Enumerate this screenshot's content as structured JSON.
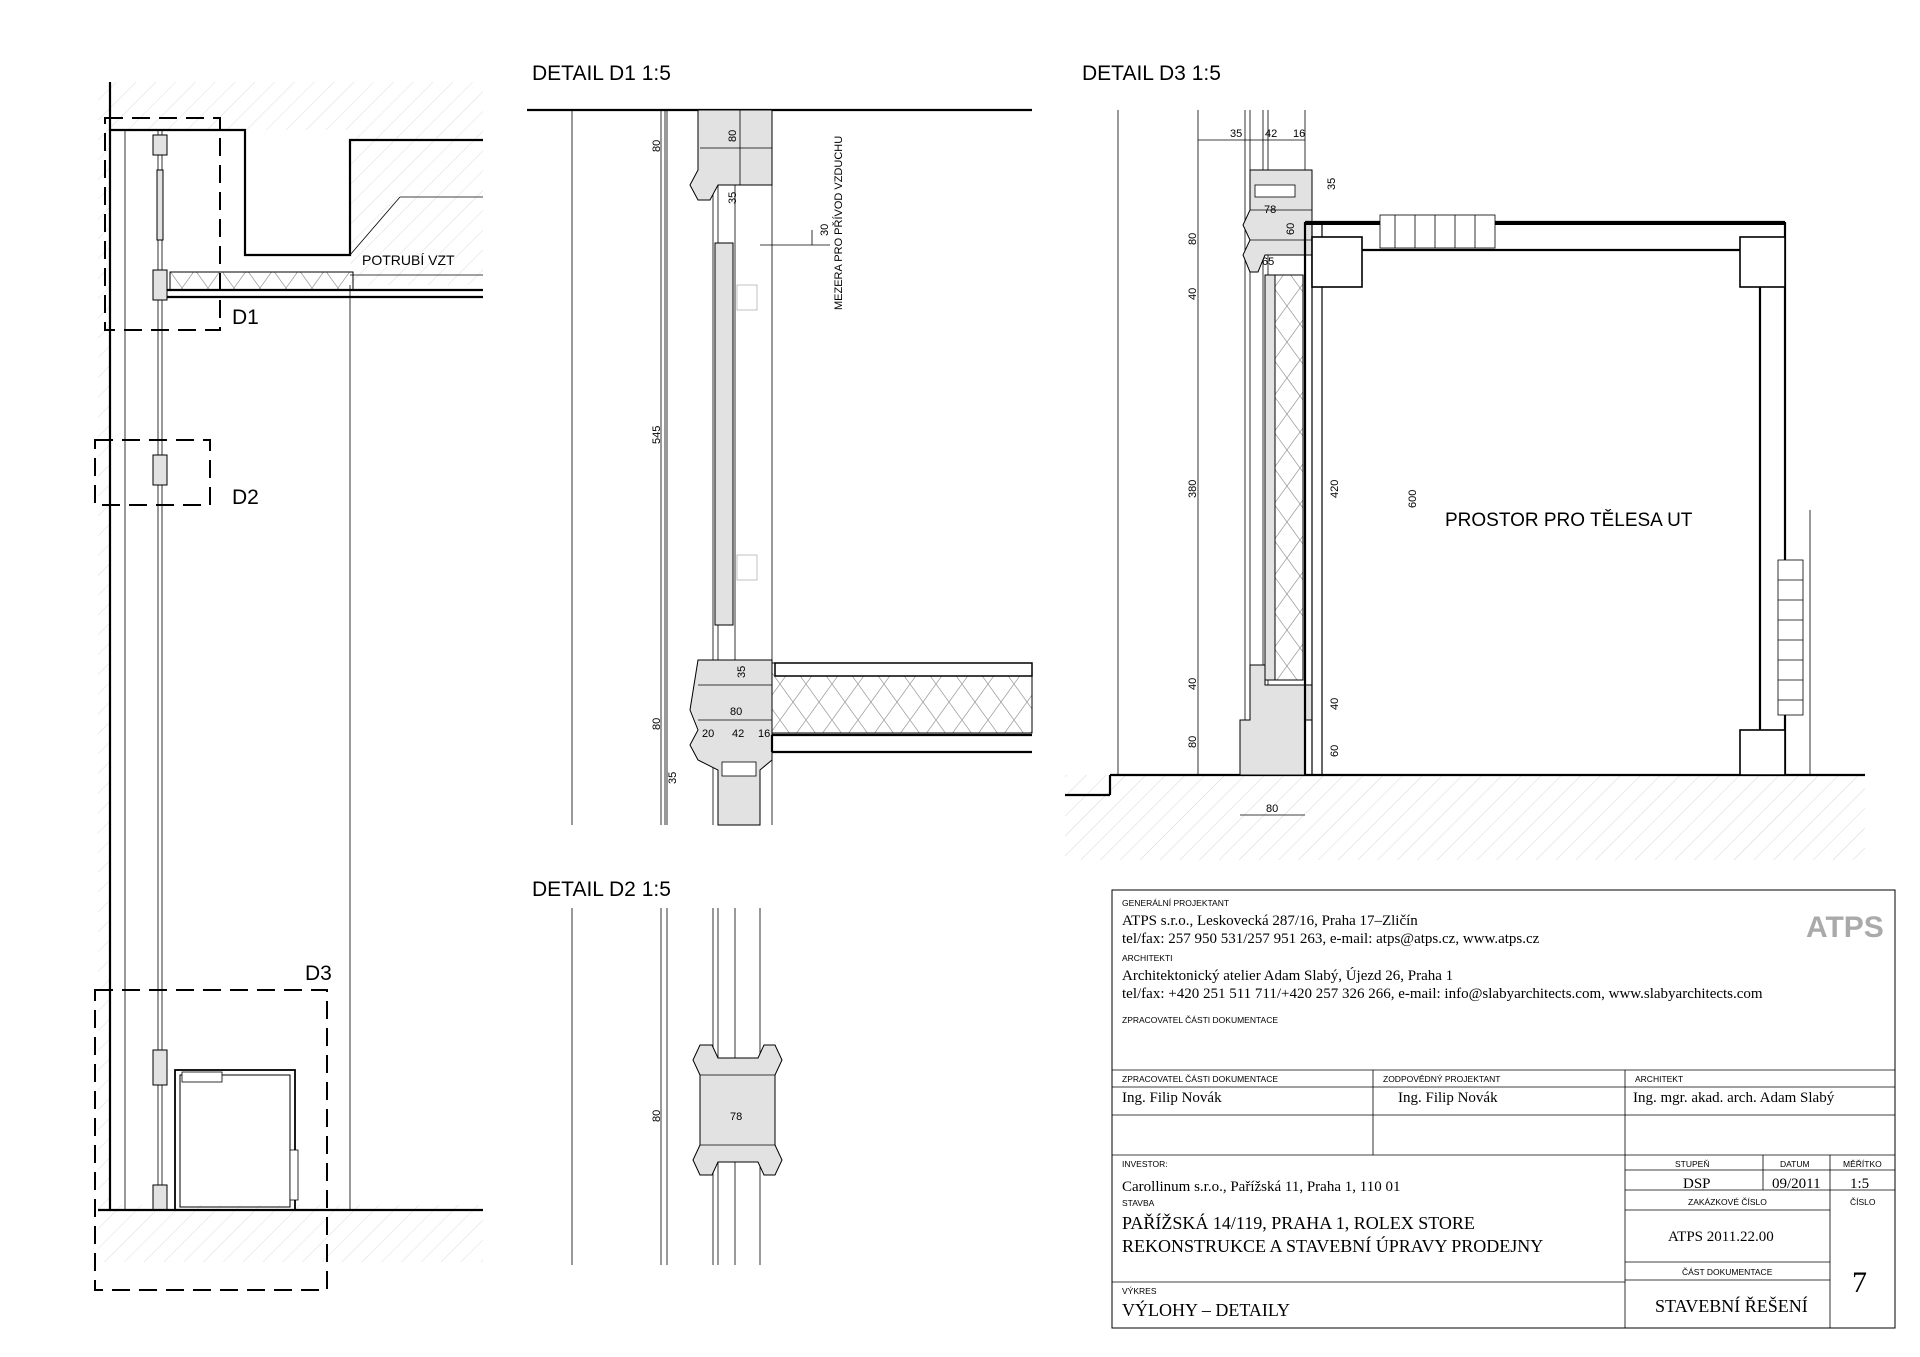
{
  "details": {
    "d1_title": "DETAIL D1 1:5",
    "d2_title": "DETAIL D2 1:5",
    "d3_title": "DETAIL D3 1:5"
  },
  "overview": {
    "d1": "D1",
    "d2": "D2",
    "d3": "D3",
    "duct": "POTRUBÍ VZT"
  },
  "d1_dims": {
    "a": "80",
    "b": "80",
    "c": "35",
    "d": "30",
    "e": "545",
    "f": "35",
    "g": "80",
    "h": "80",
    "i": "20",
    "j": "42",
    "k": "16",
    "l": "35",
    "gap_label": "MEZERA PRO PŘÍVOD VZDUCHU"
  },
  "d2_dims": {
    "a": "80",
    "b": "78"
  },
  "d3_dims": {
    "a": "35",
    "b": "42",
    "c": "16",
    "d": "35",
    "e": "78",
    "f": "60",
    "g": "65",
    "h": "80",
    "i": "40",
    "j": "380",
    "k": "420",
    "l": "600",
    "m": "40",
    "n": "80",
    "o": "40",
    "p": "60",
    "q": "80",
    "space_label": "PROSTOR PRO TĚLESA UT"
  },
  "title_block": {
    "general_designer_label": "GENERÁLNÍ PROJEKTANT",
    "general_designer_line1": "ATPS s.r.o., Leskovecká 287/16, Praha 17–Zličín",
    "general_designer_line2": "tel/fax: 257 950 531/257 951 263, e-mail: atps@atps.cz, www.atps.cz",
    "logo": "ATPS",
    "architects_label": "ARCHITEKTI",
    "architects_line1": "Architektonický atelier Adam Slabý, Újezd 26, Praha 1",
    "architects_line2": "tel/fax: +420 251 511 711/+420 257 326 266, e-mail: info@slabyarchitects.com, www.slabyarchitects.com",
    "doc_author_label_1": "ZPRACOVATEL ČÁSTI DOKUMENTACE",
    "doc_author_label_2": "ZPRACOVATEL ČÁSTI DOKUMENTACE",
    "doc_author_name": "Ing. Filip Novák",
    "responsible_label": "ZODPOVĚDNÝ PROJEKTANT",
    "responsible_name": "Ing. Filip Novák",
    "architect_label": "ARCHITEKT",
    "architect_name": "Ing. mgr. akad. arch. Adam Slabý",
    "investor_label": "INVESTOR:",
    "investor_name": "Carollinum s.r.o., Pařížská 11, Praha 1, 110 01",
    "building_label": "STAVBA",
    "building_line1": "PAŘÍŽSKÁ 14/119, PRAHA 1, ROLEX STORE",
    "building_line2": "REKONSTRUKCE A STAVEBNÍ ÚPRAVY PRODEJNY",
    "drawing_label": "VÝKRES",
    "drawing_name": "VÝLOHY – DETAILY",
    "stage_label": "STUPEŇ",
    "stage_value": "DSP",
    "date_label": "DATUM",
    "date_value": "09/2011",
    "scale_label": "MĚŘÍTKO",
    "scale_value": "1:5",
    "order_label": "ZAKÁZKOVÉ ČÍSLO",
    "order_value": "ATPS 2011.22.00",
    "number_label": "ČÍSLO",
    "number_value": "7",
    "part_label": "ČÁST DOKUMENTACE",
    "part_value": "STAVEBNÍ ŘEŠENÍ"
  }
}
